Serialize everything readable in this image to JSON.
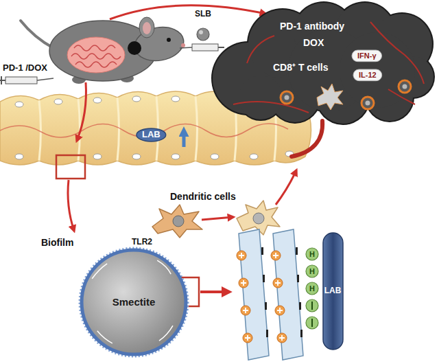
{
  "diagram": {
    "nodes": [
      {
        "text": [
          "SLB"
        ]
      },
      {
        "text": [
          "PD-1 antibody",
          "DOX",
          "CD8⁺ T cells"
        ]
      },
      {
        "text": [
          "IFN-γ"
        ],
        "in": 1
      },
      {
        "text": [
          "IL-12"
        ],
        "in": 1
      },
      {
        "text": [
          "LAB"
        ]
      },
      {
        "text": [
          "Smectite"
        ]
      },
      {
        "text": [
          "LAB"
        ]
      }
    ],
    "labels": [
      "PD-1 /DOX",
      "Dendritic cells",
      "Biofilm",
      "TLR2",
      "H",
      "H",
      "H"
    ]
  }
}
